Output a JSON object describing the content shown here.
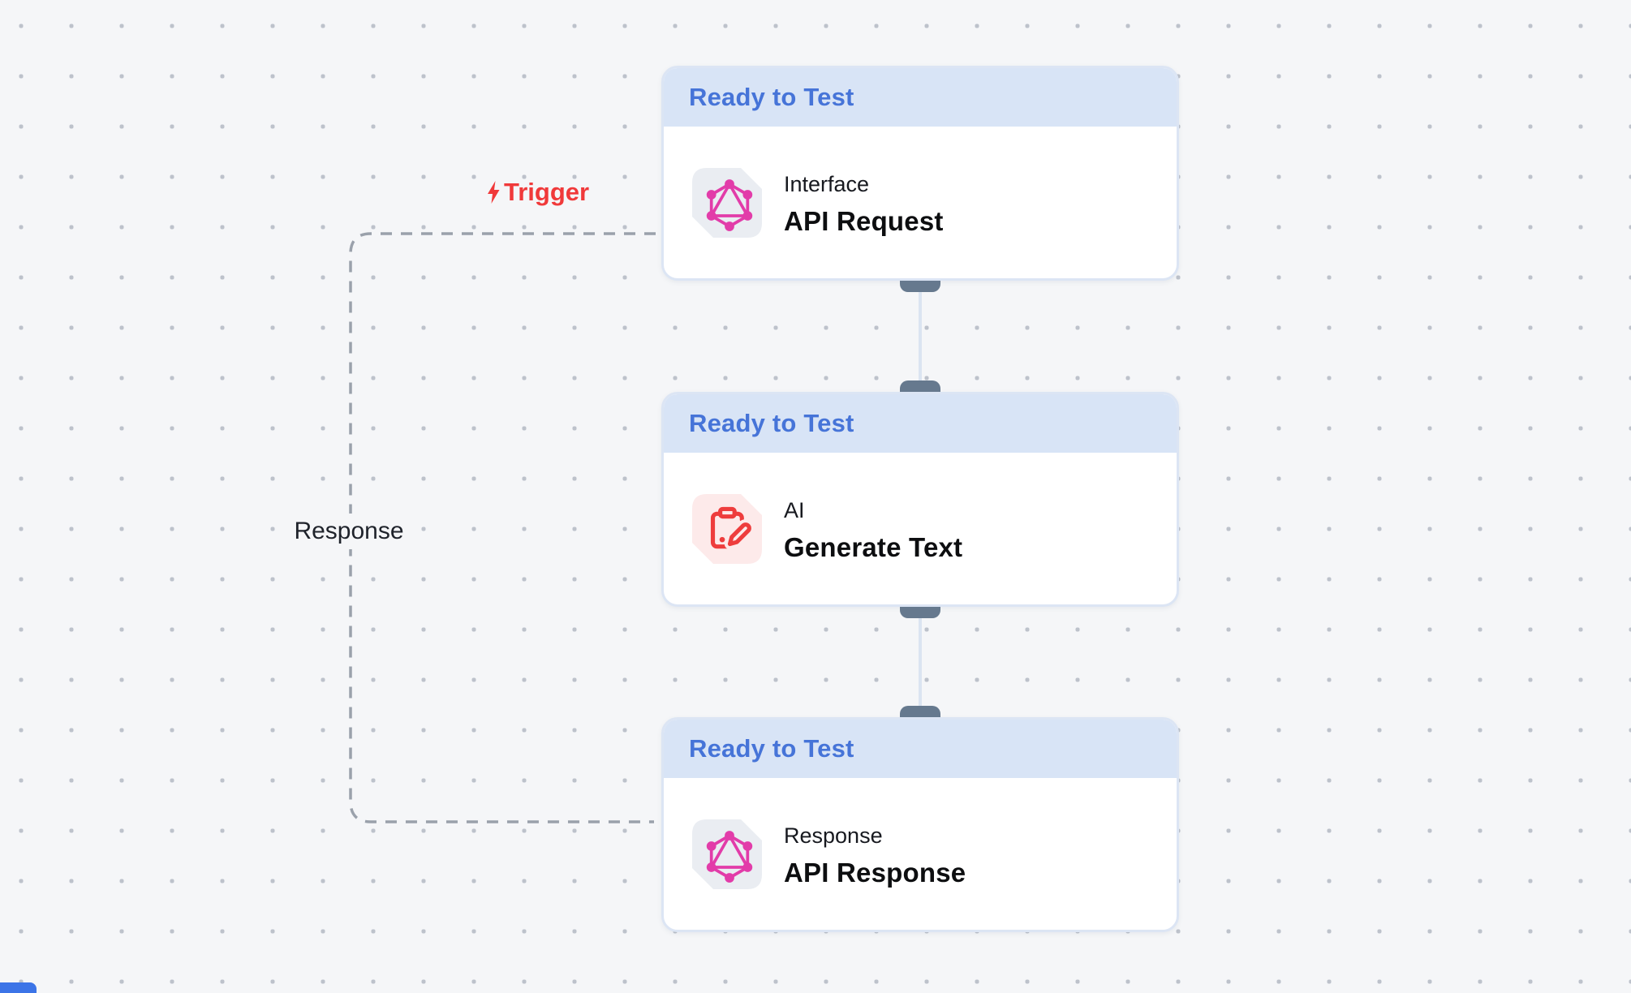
{
  "canvas": {
    "background_color": "#f5f6f8",
    "dot_color": "#bdc2cb"
  },
  "edges": {
    "trigger_label": "Trigger",
    "response_label": "Response",
    "trigger_color": "#f0393a",
    "dashed_line_color": "#9aa1ab"
  },
  "nodes": [
    {
      "status": "Ready to Test",
      "category": "Interface",
      "title": "API Request",
      "icon": "graphql-icon"
    },
    {
      "status": "Ready to Test",
      "category": "AI",
      "title": "Generate Text",
      "icon": "clipboard-pen-icon"
    },
    {
      "status": "Ready to Test",
      "category": "Response",
      "title": "API Response",
      "icon": "graphql-icon"
    }
  ],
  "colors": {
    "node_header_bg": "#d8e4f6",
    "node_header_text": "#4674d8",
    "node_border": "#dce5f4",
    "node_body_bg": "#ffffff",
    "category_text": "#17191f",
    "title_text": "#0d0e10",
    "port_handle": "#66798e",
    "connector_line": "#dbe4f1",
    "graphql_pink": "#e23ca9",
    "ai_red": "#ee3d3d",
    "icon_tile_gray": "#eaedf2",
    "icon_tile_pink": "#fdeaea"
  }
}
